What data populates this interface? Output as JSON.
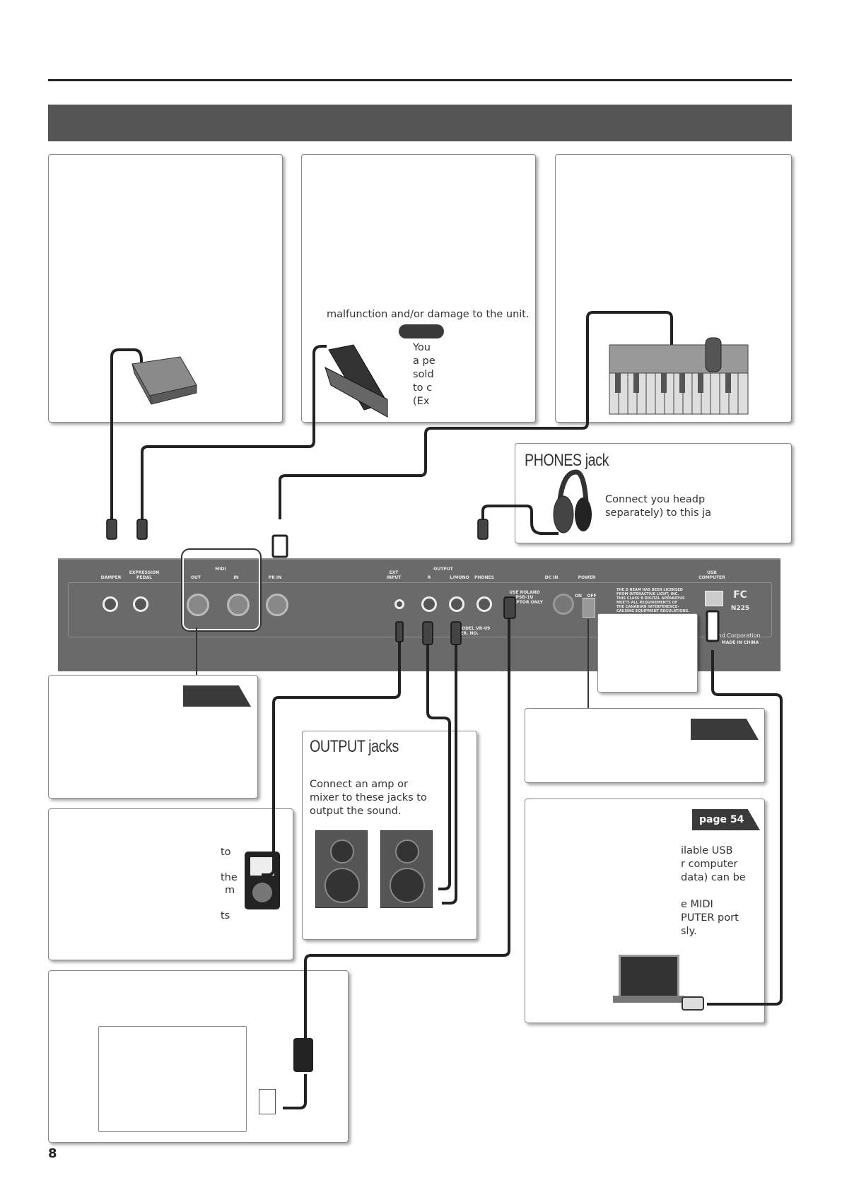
{
  "page": {
    "number": "8"
  },
  "pedal_box": {
    "line1": "malfunction and/or damage to the unit.",
    "note_lines": [
      "You",
      "a pe",
      "sold",
      "to c",
      "(Ex"
    ]
  },
  "phones": {
    "title": "PHONES jack",
    "body_lines": [
      "Connect you headp",
      "separately) to this ja"
    ]
  },
  "output": {
    "title": "OUTPUT jacks",
    "body_lines": [
      "Connect an amp or",
      "mixer to these jacks to",
      "output the sound."
    ]
  },
  "ext_input": {
    "fragments": [
      "to",
      "the",
      "m",
      "ts"
    ]
  },
  "usb": {
    "page_tag": "page 54",
    "body_lines": [
      "ilable USB",
      "r computer",
      "data) can be",
      "",
      "e MIDI",
      "PUTER port",
      "sly."
    ]
  },
  "panel": {
    "labels": {
      "damper": "DAMPER",
      "expression": [
        "EXPRESSION",
        "PEDAL"
      ],
      "midi": "MIDI",
      "out": "OUT",
      "in": "IN",
      "pk_in": "PK IN",
      "ext_input": [
        "EXT",
        "INPUT"
      ],
      "output": "OUTPUT",
      "r": "R",
      "l_mono": "L/MONO",
      "phones": "PHONES",
      "dc_in": "DC IN",
      "power": "POWER",
      "on": "ON",
      "off": "OFF",
      "usb": [
        "USB",
        "COMPUTER"
      ],
      "adaptor": [
        "USE ROLAND",
        "PSB-1U",
        "ADAPTOR ONLY"
      ],
      "model": [
        "MODEL  VR-09",
        "SER. NO."
      ],
      "fcc": [
        "THE D BEAM HAS BEEN LICENSED",
        "FROM INTERACTIVE LIGHT, INC.",
        "THIS CLASS B DIGITAL APPARATUS",
        "MEETS ALL REQUIREMENTS OF",
        "THE CANADIAN INTERFERENCE-",
        "CAUSING EQUIPMENT REGULATIONS."
      ],
      "n225": "N225",
      "corp": "Roland Corporation",
      "made_in": "MADE IN CHINA"
    }
  }
}
